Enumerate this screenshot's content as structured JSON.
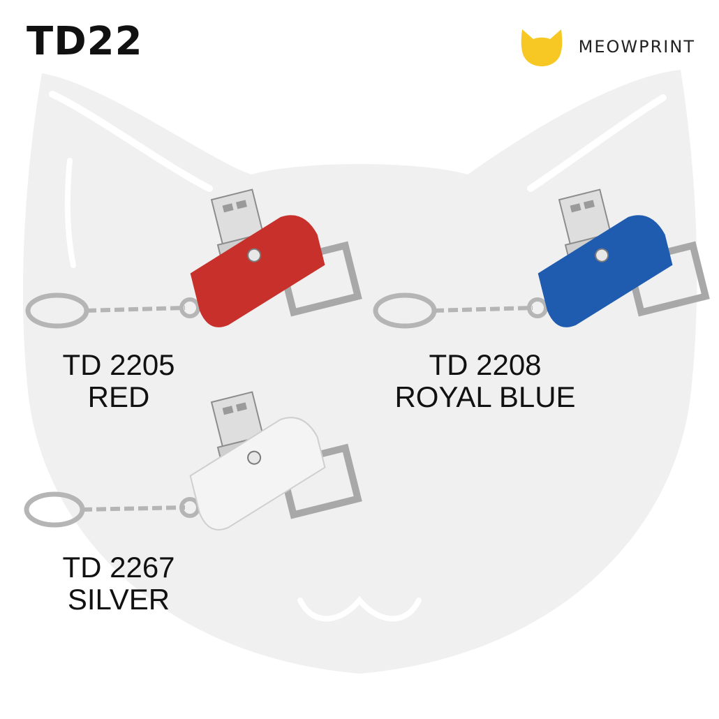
{
  "page": {
    "title": "TD22"
  },
  "brand": {
    "name": "MEOWPRINT",
    "logo_icon": "cat-head-icon",
    "logo_color": "#F7C824"
  },
  "background": {
    "watermark_icon": "cat-head-silhouette-icon",
    "color": "#F0F0F0"
  },
  "products": [
    {
      "code": "TD 2205",
      "color_name": "RED",
      "body_color": "#C8312B"
    },
    {
      "code": "TD 2208",
      "color_name": "ROYAL BLUE",
      "body_color": "#1F5CB0"
    },
    {
      "code": "TD 2267",
      "color_name": "SILVER",
      "body_color": "#F4F4F4"
    }
  ]
}
